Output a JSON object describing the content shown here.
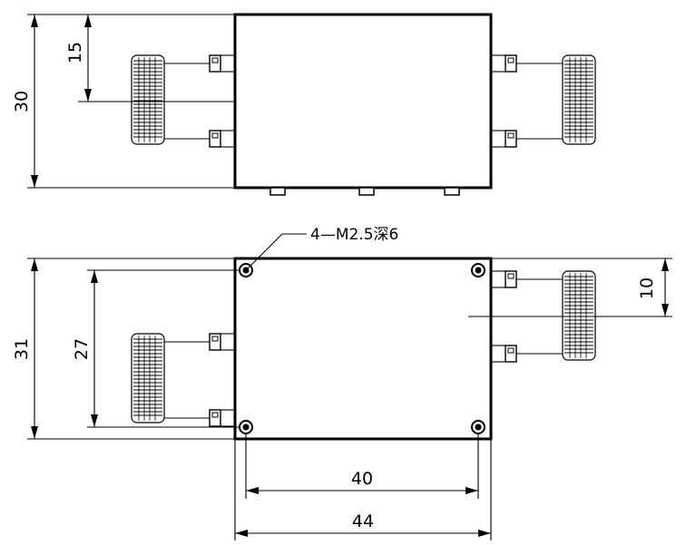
{
  "drawing": {
    "top_view": {
      "dim_height": "30",
      "dim_center": "15"
    },
    "bottom_view": {
      "dim_height": "31",
      "dim_hole_pitch_v": "27",
      "dim_connector_offset": "10",
      "dim_hole_pitch_h": "40",
      "dim_width": "44",
      "hole_note": "4—M2.5深6"
    }
  }
}
